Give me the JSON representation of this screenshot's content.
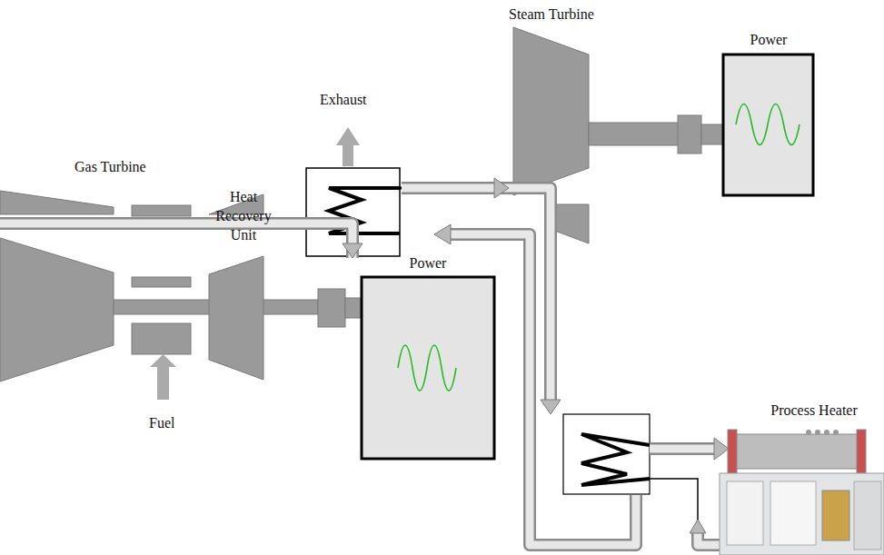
{
  "diagram": {
    "nodes": [
      {
        "text": [
          "Steam Turbine"
        ]
      },
      {
        "text": [
          "Power"
        ]
      },
      {
        "text": [
          "Heat Recovery Unit"
        ]
      },
      {
        "text": [
          "Gas Turbine"
        ]
      },
      {
        "text": [
          "Power"
        ]
      },
      {
        "text": [
          "Process Heater"
        ]
      }
    ],
    "edges": [
      {
        "from": 2,
        "to": 0,
        "arrow": "to"
      },
      {
        "from": 3,
        "to": 2,
        "arrow": "to"
      }
    ],
    "labels": [
      "Exhaust",
      "Fuel"
    ]
  }
}
